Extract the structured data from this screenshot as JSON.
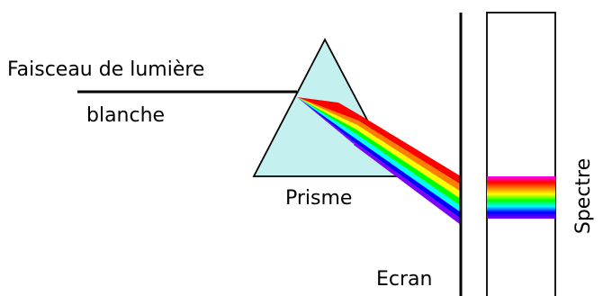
{
  "labels": {
    "beam_line1": "Faisceau de lumière",
    "beam_line2": "blanche",
    "prism": "Prisme",
    "screen": "Ecran",
    "spectrum": "Spectre"
  },
  "colors": {
    "prism_fill": "#c4f0f0",
    "line": "#000000",
    "spectrum": [
      "#ff00ff",
      "#ff0000",
      "#ff8000",
      "#ffff00",
      "#00ff00",
      "#00ffff",
      "#0000ff",
      "#8000ff"
    ]
  }
}
